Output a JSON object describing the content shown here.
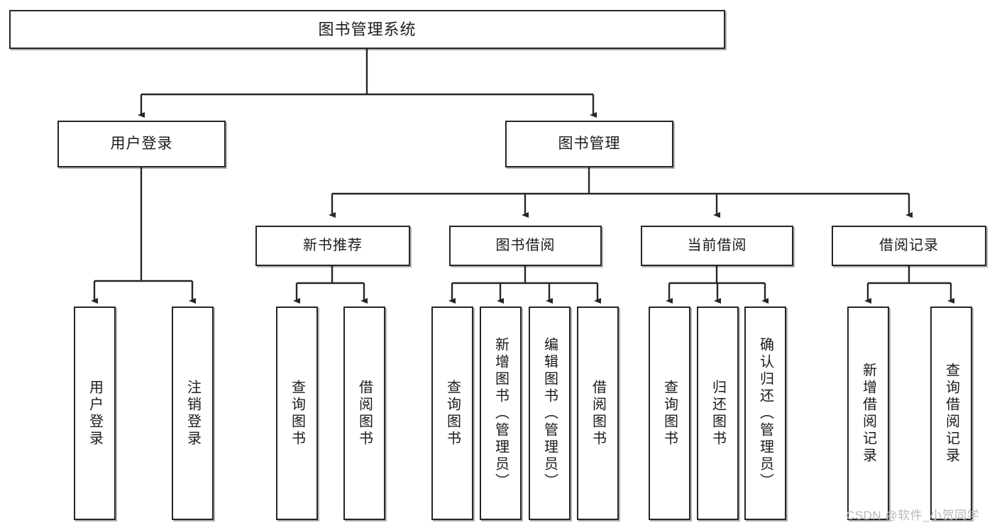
{
  "diagram": {
    "title": "图书管理系统",
    "watermark": "CSDN @软件_小贺同学",
    "line_color": "#262626",
    "box_fill": "#ffffff",
    "text_color": "#1b1b1b",
    "root": {
      "label": "图书管理系统"
    },
    "level1": [
      {
        "label": "用户登录"
      },
      {
        "label": "图书管理"
      }
    ],
    "level2": [
      {
        "label": "新书推荐"
      },
      {
        "label": "图书借阅"
      },
      {
        "label": "当前借阅"
      },
      {
        "label": "借阅记录"
      }
    ],
    "leaves": {
      "user_login": [
        {
          "label": "用户登录"
        },
        {
          "label": "注销登录"
        }
      ],
      "new_book_recommend": [
        {
          "label": "查询图书"
        },
        {
          "label": "借阅图书"
        }
      ],
      "book_borrow": [
        {
          "label": "查询图书"
        },
        {
          "label": "新增图书（管理员）"
        },
        {
          "label": "编辑图书（管理员）"
        },
        {
          "label": "借阅图书"
        }
      ],
      "current_borrow": [
        {
          "label": "查询图书"
        },
        {
          "label": "归还图书"
        },
        {
          "label": "确认归还（管理员）"
        }
      ],
      "borrow_record": [
        {
          "label": "新增借阅记录"
        },
        {
          "label": "查询借阅记录"
        }
      ]
    }
  }
}
